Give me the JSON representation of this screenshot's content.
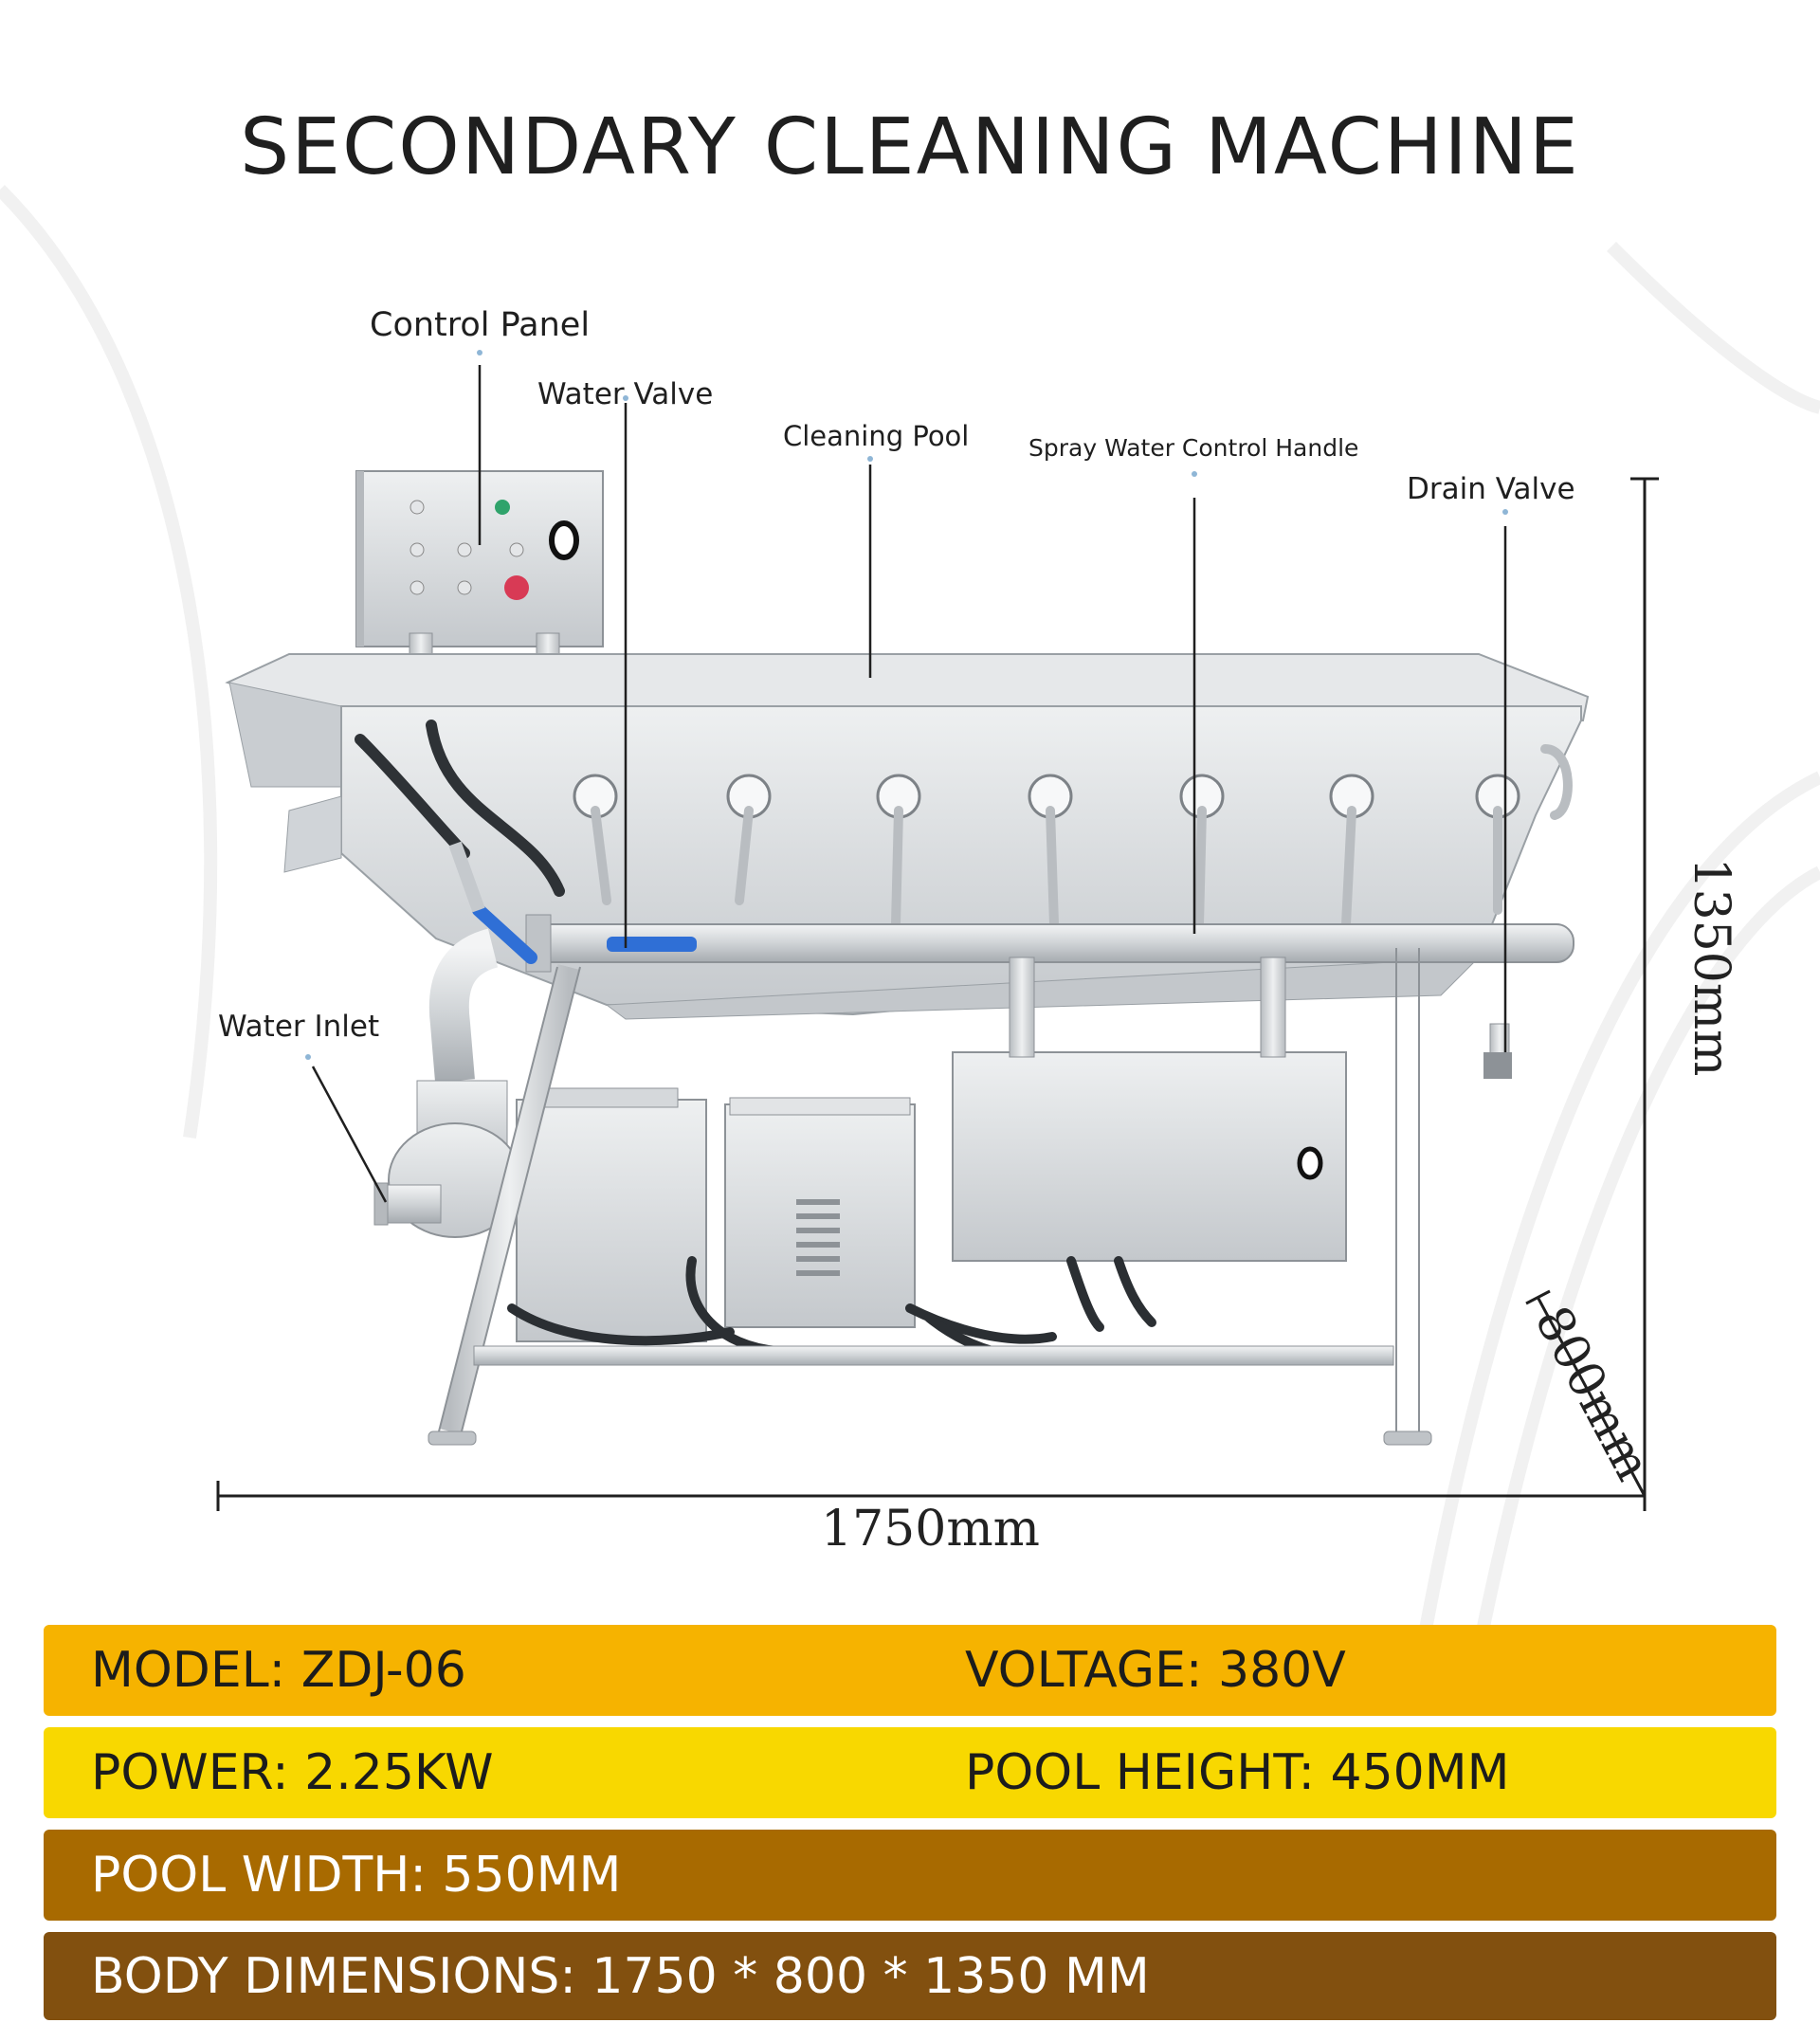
{
  "title": "SECONDARY CLEANING MACHINE",
  "callouts": {
    "control_panel": "Control Panel",
    "water_valve": "Water Valve",
    "cleaning_pool": "Cleaning Pool",
    "spray_handle": "Spray Water Control Handle",
    "drain_valve": "Drain Valve",
    "water_inlet": "Water Inlet"
  },
  "dimensions": {
    "length": "1750mm",
    "height": "1350mm",
    "depth": "800mm"
  },
  "specs": {
    "row1": {
      "left": "MODEL: ZDJ-06",
      "right": "VOLTAGE: 380V",
      "color": "#f6b300"
    },
    "row2": {
      "left": "POWER: 2.25KW",
      "right": "POOL HEIGHT: 450MM",
      "color": "#f8d800"
    },
    "row3": {
      "left": "POOL WIDTH: 550MM",
      "color": "#a86a00"
    },
    "row4": {
      "left": "BODY DIMENSIONS: 1750 * 800 * 1350 MM",
      "color": "#82500f"
    }
  },
  "colors": {
    "steel": "#d9dcdf",
    "steel_dark": "#a9adb1",
    "valve_blue": "#2f6fd6",
    "button_red": "#d83a55",
    "button_green": "#2fa36b"
  }
}
